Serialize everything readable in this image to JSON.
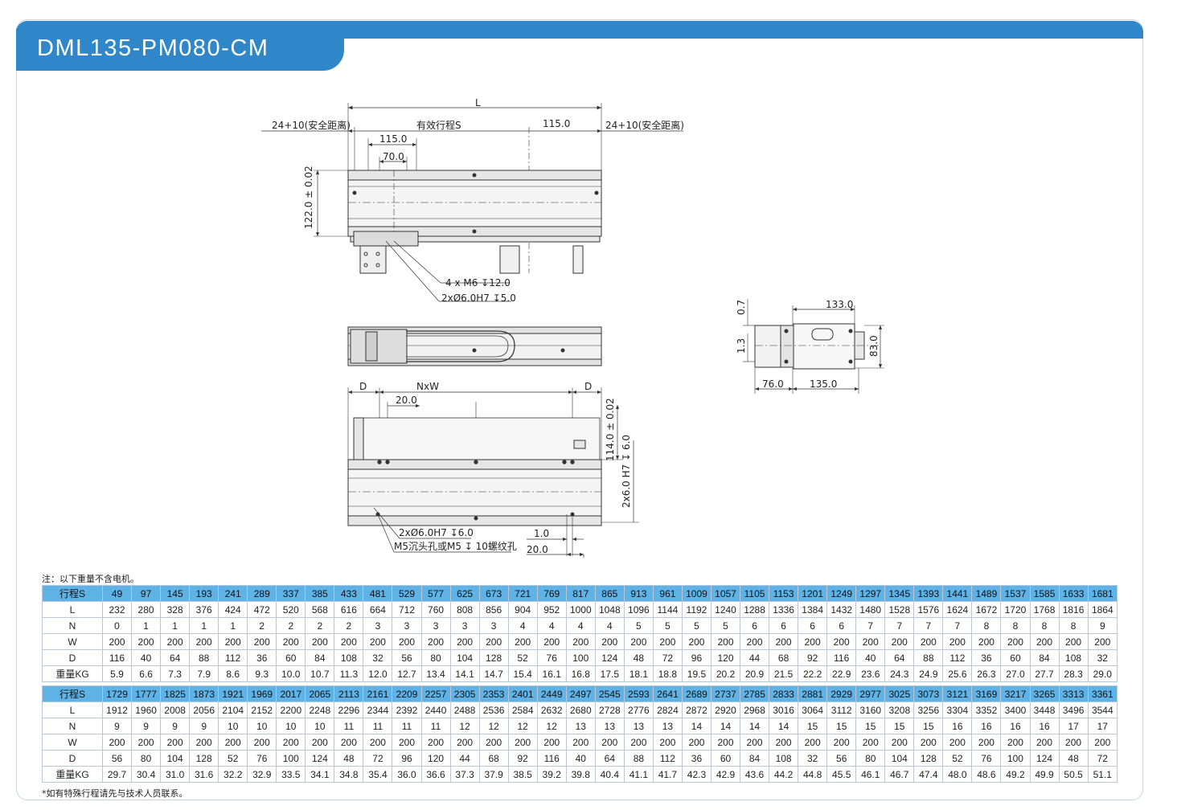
{
  "title": "DML135-PM080-CM",
  "drawing": {
    "top": {
      "L": "L",
      "safety_left": "24+10(安全距离)",
      "effective_stroke": "有效行程S",
      "safety_right": "24+10(安全距离)",
      "dim_115_right": "115.0",
      "dim_115_left": "115.0",
      "dim_70": "70.0",
      "dim_height": "122.0 ± 0.02",
      "callout_m6": "4 x  M6 ↧12.0",
      "callout_pin": "2xØ6.0H7 ↧5.0"
    },
    "bottom": {
      "D_left": "D",
      "NxW": "NxW",
      "D_right": "D",
      "dim_20": "20.0",
      "dim_114": "114.0 ± 0.02",
      "dim_pin_v": "2x6.0 H7 ↧ 6.0",
      "callout_pin": "2xØ6.0H7 ↧6.0",
      "callout_m5": "M5沉头孔或M5 ↧ 10螺纹孔",
      "dim_1": "1.0",
      "dim_20b": "20.0"
    },
    "end_view": {
      "dim_133": "133.0",
      "dim_0_7": "0.7",
      "dim_1_3": "1.3",
      "dim_83": "83.0",
      "dim_76": "76.0",
      "dim_135": "135.0"
    }
  },
  "note": "注：以下重量不含电机。",
  "footnote": "*如有特殊行程请先与技术人员联系。",
  "tables": [
    {
      "rows": [
        {
          "label": "行程S",
          "values": [
            "49",
            "97",
            "145",
            "193",
            "241",
            "289",
            "337",
            "385",
            "433",
            "481",
            "529",
            "577",
            "625",
            "673",
            "721",
            "769",
            "817",
            "865",
            "913",
            "961",
            "1009",
            "1057",
            "1105",
            "1153",
            "1201",
            "1249",
            "1297",
            "1345",
            "1393",
            "1441",
            "1489",
            "1537",
            "1585",
            "1633",
            "1681"
          ]
        },
        {
          "label": "L",
          "values": [
            "232",
            "280",
            "328",
            "376",
            "424",
            "472",
            "520",
            "568",
            "616",
            "664",
            "712",
            "760",
            "808",
            "856",
            "904",
            "952",
            "1000",
            "1048",
            "1096",
            "1144",
            "1192",
            "1240",
            "1288",
            "1336",
            "1384",
            "1432",
            "1480",
            "1528",
            "1576",
            "1624",
            "1672",
            "1720",
            "1768",
            "1816",
            "1864"
          ]
        },
        {
          "label": "N",
          "values": [
            "0",
            "1",
            "1",
            "1",
            "1",
            "2",
            "2",
            "2",
            "2",
            "3",
            "3",
            "3",
            "3",
            "3",
            "4",
            "4",
            "4",
            "4",
            "5",
            "5",
            "5",
            "5",
            "6",
            "6",
            "6",
            "6",
            "7",
            "7",
            "7",
            "7",
            "8",
            "8",
            "8",
            "8",
            "9"
          ]
        },
        {
          "label": "W",
          "values": [
            "200",
            "200",
            "200",
            "200",
            "200",
            "200",
            "200",
            "200",
            "200",
            "200",
            "200",
            "200",
            "200",
            "200",
            "200",
            "200",
            "200",
            "200",
            "200",
            "200",
            "200",
            "200",
            "200",
            "200",
            "200",
            "200",
            "200",
            "200",
            "200",
            "200",
            "200",
            "200",
            "200",
            "200",
            "200"
          ]
        },
        {
          "label": "D",
          "values": [
            "116",
            "40",
            "64",
            "88",
            "112",
            "36",
            "60",
            "84",
            "108",
            "32",
            "56",
            "80",
            "104",
            "128",
            "52",
            "76",
            "100",
            "124",
            "48",
            "72",
            "96",
            "120",
            "44",
            "68",
            "92",
            "116",
            "40",
            "64",
            "88",
            "112",
            "36",
            "60",
            "84",
            "108",
            "32"
          ]
        },
        {
          "label": "重量KG",
          "values": [
            "5.9",
            "6.6",
            "7.3",
            "7.9",
            "8.6",
            "9.3",
            "10.0",
            "10.7",
            "11.3",
            "12.0",
            "12.7",
            "13.4",
            "14.1",
            "14.7",
            "15.4",
            "16.1",
            "16.8",
            "17.5",
            "18.1",
            "18.8",
            "19.5",
            "20.2",
            "20.9",
            "21.5",
            "22.2",
            "22.9",
            "23.6",
            "24.3",
            "24.9",
            "25.6",
            "26.3",
            "27.0",
            "27.7",
            "28.3",
            "29.0"
          ]
        }
      ]
    },
    {
      "rows": [
        {
          "label": "行程S",
          "values": [
            "1729",
            "1777",
            "1825",
            "1873",
            "1921",
            "1969",
            "2017",
            "2065",
            "2113",
            "2161",
            "2209",
            "2257",
            "2305",
            "2353",
            "2401",
            "2449",
            "2497",
            "2545",
            "2593",
            "2641",
            "2689",
            "2737",
            "2785",
            "2833",
            "2881",
            "2929",
            "2977",
            "3025",
            "3073",
            "3121",
            "3169",
            "3217",
            "3265",
            "3313",
            "3361"
          ]
        },
        {
          "label": "L",
          "values": [
            "1912",
            "1960",
            "2008",
            "2056",
            "2104",
            "2152",
            "2200",
            "2248",
            "2296",
            "2344",
            "2392",
            "2440",
            "2488",
            "2536",
            "2584",
            "2632",
            "2680",
            "2728",
            "2776",
            "2824",
            "2872",
            "2920",
            "2968",
            "3016",
            "3064",
            "3112",
            "3160",
            "3208",
            "3256",
            "3304",
            "3352",
            "3400",
            "3448",
            "3496",
            "3544"
          ]
        },
        {
          "label": "N",
          "values": [
            "9",
            "9",
            "9",
            "9",
            "10",
            "10",
            "10",
            "10",
            "11",
            "11",
            "11",
            "11",
            "12",
            "12",
            "12",
            "12",
            "13",
            "13",
            "13",
            "13",
            "14",
            "14",
            "14",
            "14",
            "15",
            "15",
            "15",
            "15",
            "15",
            "16",
            "16",
            "16",
            "16",
            "17",
            "17"
          ]
        },
        {
          "label": "W",
          "values": [
            "200",
            "200",
            "200",
            "200",
            "200",
            "200",
            "200",
            "200",
            "200",
            "200",
            "200",
            "200",
            "200",
            "200",
            "200",
            "200",
            "200",
            "200",
            "200",
            "200",
            "200",
            "200",
            "200",
            "200",
            "200",
            "200",
            "200",
            "200",
            "200",
            "200",
            "200",
            "200",
            "200",
            "200",
            "200"
          ]
        },
        {
          "label": "D",
          "values": [
            "56",
            "80",
            "104",
            "128",
            "52",
            "76",
            "100",
            "124",
            "48",
            "72",
            "96",
            "120",
            "44",
            "68",
            "92",
            "116",
            "40",
            "64",
            "88",
            "112",
            "36",
            "60",
            "84",
            "108",
            "32",
            "56",
            "80",
            "104",
            "128",
            "52",
            "76",
            "100",
            "124",
            "48",
            "72"
          ]
        },
        {
          "label": "重量KG",
          "values": [
            "29.7",
            "30.4",
            "31.0",
            "31.6",
            "32.2",
            "32.9",
            "33.5",
            "34.1",
            "34.8",
            "35.4",
            "36.0",
            "36.6",
            "37.3",
            "37.9",
            "38.5",
            "39.2",
            "39.8",
            "40.4",
            "41.1",
            "41.7",
            "42.3",
            "42.9",
            "43.6",
            "44.2",
            "44.8",
            "45.5",
            "46.1",
            "46.7",
            "47.4",
            "48.0",
            "48.6",
            "49.2",
            "49.9",
            "50.5",
            "51.1"
          ]
        }
      ]
    }
  ]
}
